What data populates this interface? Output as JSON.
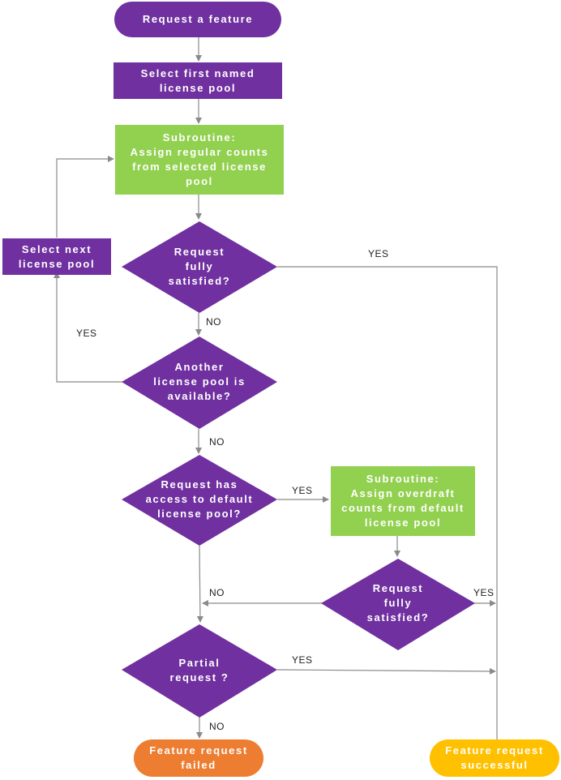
{
  "colors": {
    "purple": "#7030a0",
    "green": "#92d050",
    "orange": "#ed7d31",
    "yellow": "#ffc000",
    "connector": "#8a8a8a"
  },
  "nodes": {
    "start": "Request a feature",
    "select_first_pool": "Select first named\nlicense pool",
    "sub_regular": "Subroutine:\nAssign regular counts\nfrom selected license\npool",
    "select_next_pool": "Select next\nlicense pool",
    "fully_satisfied_1": "Request\nfully\nsatisfied?",
    "another_pool": "Another\nlicense pool is\navailable?",
    "default_access": "Request has\naccess to default\nlicense pool?",
    "sub_overdraft": "Subroutine:\nAssign overdraft\ncounts from default\nlicense pool",
    "fully_satisfied_2": "Request\nfully\nsatisfied?",
    "partial": "Partial\nrequest ?",
    "failed": "Feature request\nfailed",
    "successful": "Feature request\nsuccessful"
  },
  "edge_labels": {
    "yes_satisfied_1": "YES",
    "no_satisfied_1": "NO",
    "yes_another_pool": "YES",
    "no_another_pool": "NO",
    "yes_default_access": "YES",
    "no_satisfied_2": "NO",
    "yes_satisfied_2": "YES",
    "yes_partial": "YES",
    "no_partial": "NO"
  }
}
